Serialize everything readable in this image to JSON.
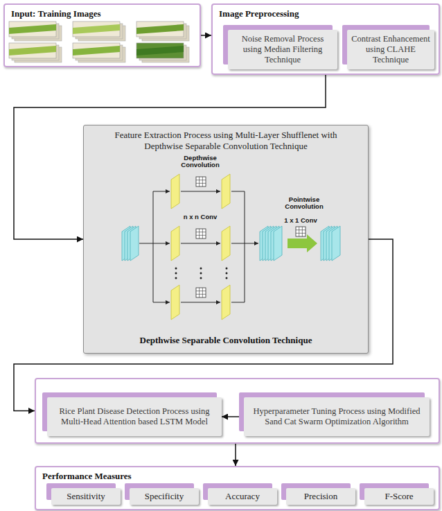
{
  "diagram": {
    "nodes": [
      {
        "text": [
          "Input: Training Images"
        ]
      },
      {
        "text": [
          "Image Preprocessing"
        ]
      },
      {
        "text": [
          "Noise Removal Process using Median Filtering Technique"
        ],
        "in": 1
      },
      {
        "text": [
          "Contrast Enhancement using CLAHE Technique"
        ],
        "in": 1
      },
      {
        "text": [
          "Feature Extraction Process using Multi-Layer Shufflenet with Depthwise Separable Convolution Technique",
          "Depthwise Separable Convolution Technique"
        ]
      },
      {
        "text": []
      },
      {
        "text": [
          "Rice Plant Disease Detection Process using Multi-Head Attention based LSTM Model"
        ],
        "in": 5
      },
      {
        "text": [
          "Hyperparameter Tuning Process using Modified Sand Cat Swarm Optimization Algorithm"
        ],
        "in": 5
      },
      {
        "text": [
          "Performance Measures"
        ]
      },
      {
        "text": [
          "Sensitivity"
        ],
        "in": 8
      },
      {
        "text": [
          "Specificity"
        ],
        "in": 8
      },
      {
        "text": [
          "Accuracy"
        ],
        "in": 8
      },
      {
        "text": [
          "Precision"
        ],
        "in": 8
      },
      {
        "text": [
          "F-Score"
        ],
        "in": 8
      }
    ],
    "edges": [
      {
        "from": 0,
        "to": 1,
        "arrow": "to"
      },
      {
        "from": 1,
        "to": 4,
        "arrow": "to"
      },
      {
        "from": 4,
        "to": 5,
        "arrow": "to"
      },
      {
        "from": 7,
        "to": 6,
        "arrow": "to"
      },
      {
        "from": 5,
        "to": 8,
        "arrow": "to"
      }
    ],
    "labels": [
      "Depthwise Convolution",
      "n x n Conv",
      "Pointwise Convolution",
      "1 x 1 Conv"
    ]
  }
}
